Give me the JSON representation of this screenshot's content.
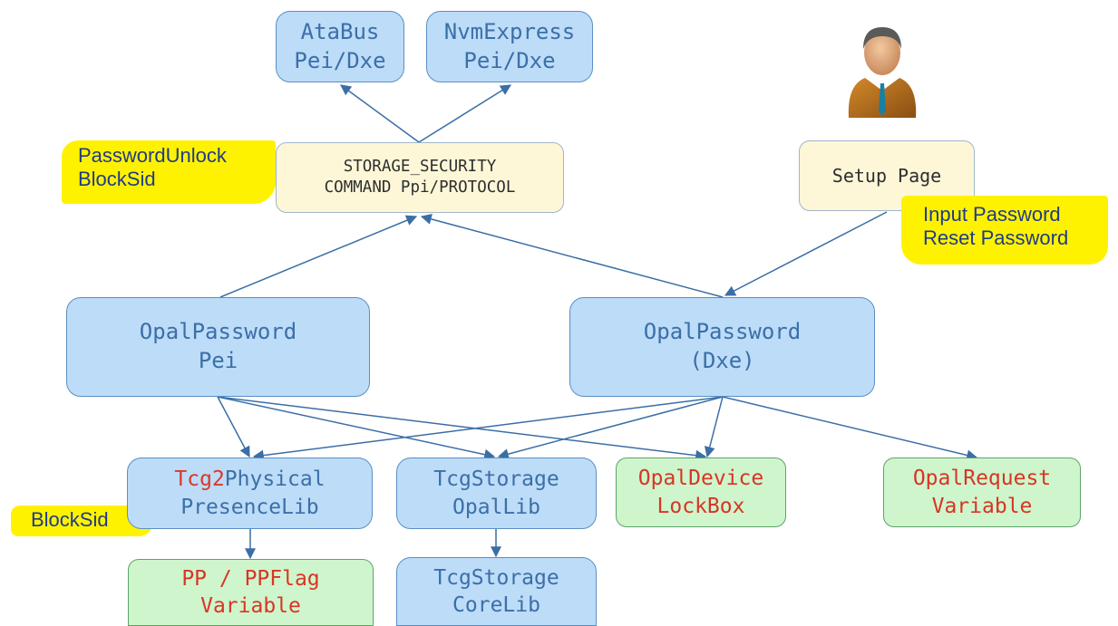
{
  "boxes": {
    "atabus": [
      "AtaBus",
      "Pei/Dxe"
    ],
    "nvmexpress": [
      "NvmExpress",
      "Pei/Dxe"
    ],
    "storage_security": [
      "STORAGE_SECURITY",
      "COMMAND Ppi/PROTOCOL"
    ],
    "setup_page": "Setup Page",
    "opal_pei": [
      "OpalPassword",
      "Pei"
    ],
    "opal_dxe": [
      "OpalPassword",
      "(Dxe)"
    ],
    "tcg2_pp": {
      "red_part": "Tcg2",
      "line1_rest": "Physical",
      "line2": "PresenceLib"
    },
    "tcgstorage_opal": [
      "TcgStorage",
      "OpalLib"
    ],
    "opal_device_lockbox": [
      "OpalDevice",
      "LockBox"
    ],
    "opal_request_variable": [
      "OpalRequest",
      "Variable"
    ],
    "pp_ppflag": [
      "PP / PPFlag",
      "Variable"
    ],
    "tcgstorage_core": [
      "TcgStorage",
      "CoreLib"
    ]
  },
  "highlights": {
    "password_unlock": [
      "PasswordUnlock",
      "BlockSid"
    ],
    "input_reset": [
      "Input Password",
      "Reset Password"
    ],
    "blocksid": "BlockSid"
  },
  "icons": {
    "user": "user-icon"
  },
  "colors": {
    "blue_box": "#bcdcf8",
    "cream_box": "#fdf7d8",
    "green_box": "#cff5cc",
    "highlight": "#fff200",
    "arrow": "#3a6ea5",
    "red_text": "#d83525"
  }
}
